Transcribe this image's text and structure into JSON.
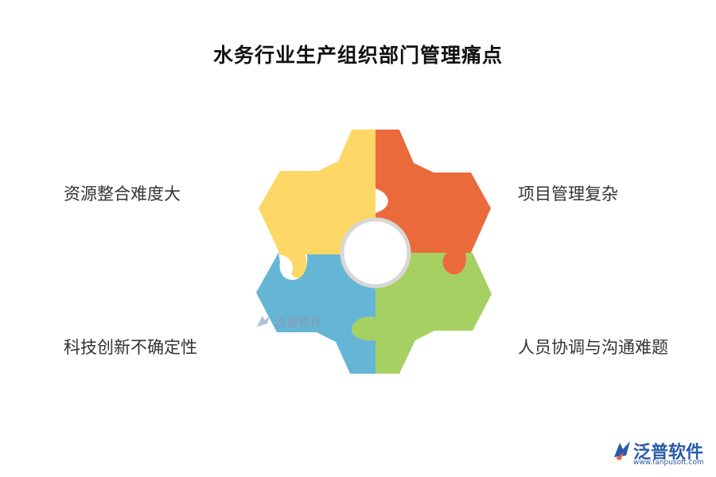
{
  "title": "水务行业生产组织部门管理痛点",
  "segments": [
    {
      "label": "资源整合难度大",
      "color": "#fdd766"
    },
    {
      "label": "项目管理复杂",
      "color": "#eb6a3c"
    },
    {
      "label": "科技创新不确定性",
      "color": "#65b6d6"
    },
    {
      "label": "人员协调与沟通难题",
      "color": "#a6d162"
    }
  ],
  "watermark": {
    "text": "泛普软件"
  },
  "logo": {
    "name": "泛普软件",
    "url": "www.fanpusoft.com",
    "color": "#2a5aa8"
  },
  "icons": [
    "logo-icon",
    "watermark-icon"
  ]
}
